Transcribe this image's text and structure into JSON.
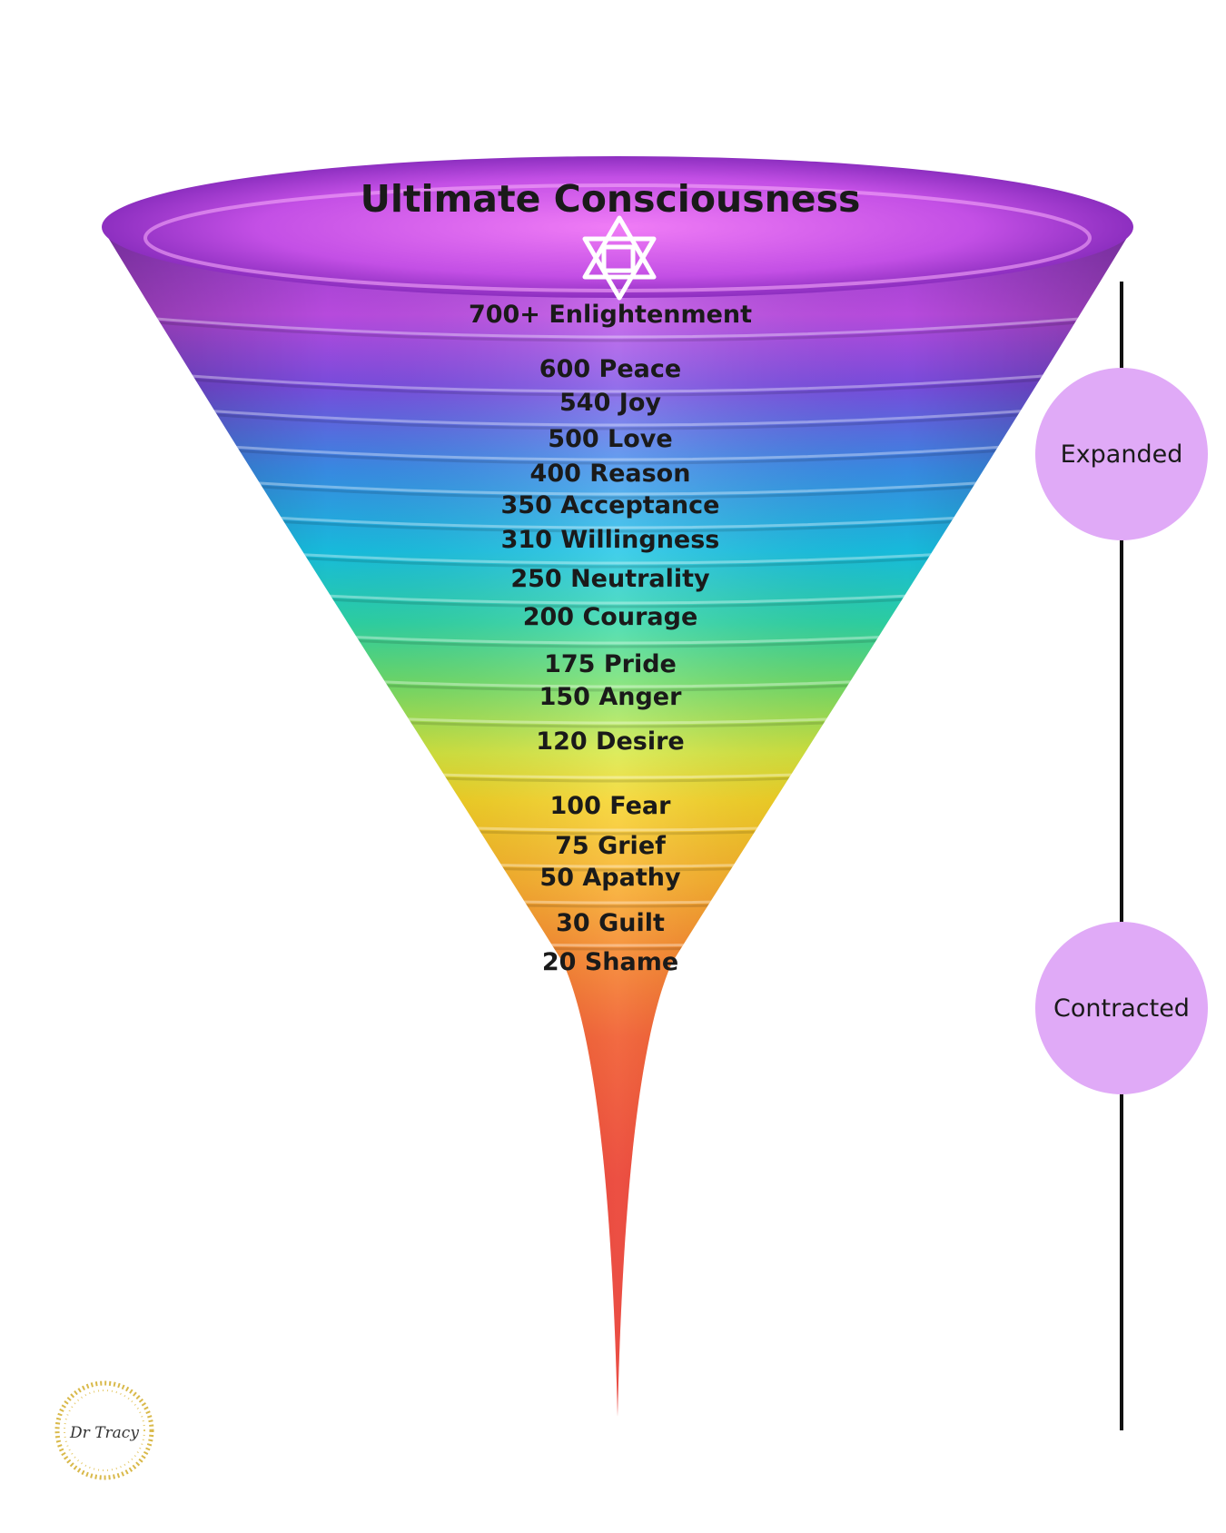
{
  "title": "Ultimate Consciousness",
  "levels": [
    {
      "value": "700+",
      "name": "Enlightenment"
    },
    {
      "value": "600",
      "name": "Peace"
    },
    {
      "value": "540",
      "name": "Joy"
    },
    {
      "value": "500",
      "name": "Love"
    },
    {
      "value": "400",
      "name": "Reason"
    },
    {
      "value": "350",
      "name": "Acceptance"
    },
    {
      "value": "310",
      "name": "Willingness"
    },
    {
      "value": "250",
      "name": "Neutrality"
    },
    {
      "value": "200",
      "name": "Courage"
    },
    {
      "value": "175",
      "name": "Pride"
    },
    {
      "value": "150",
      "name": "Anger"
    },
    {
      "value": "120",
      "name": "Desire"
    },
    {
      "value": "100",
      "name": "Fear"
    },
    {
      "value": "75",
      "name": "Grief"
    },
    {
      "value": "50",
      "name": "Apathy"
    },
    {
      "value": "30",
      "name": "Guilt"
    },
    {
      "value": "20",
      "name": "Shame"
    }
  ],
  "scale": {
    "upper_label": "Expanded",
    "lower_label": "Contracted"
  },
  "signature": "Dr Tracy",
  "colors": {
    "violet": "#b13fd6",
    "purple": "#8a3be0",
    "blue": "#2f8fe8",
    "cyan": "#14d0e0",
    "green": "#3fd47a",
    "yellow": "#f4d41a",
    "orange": "#f58a18",
    "red": "#e8221c",
    "bubble": "#e0aaf7"
  }
}
